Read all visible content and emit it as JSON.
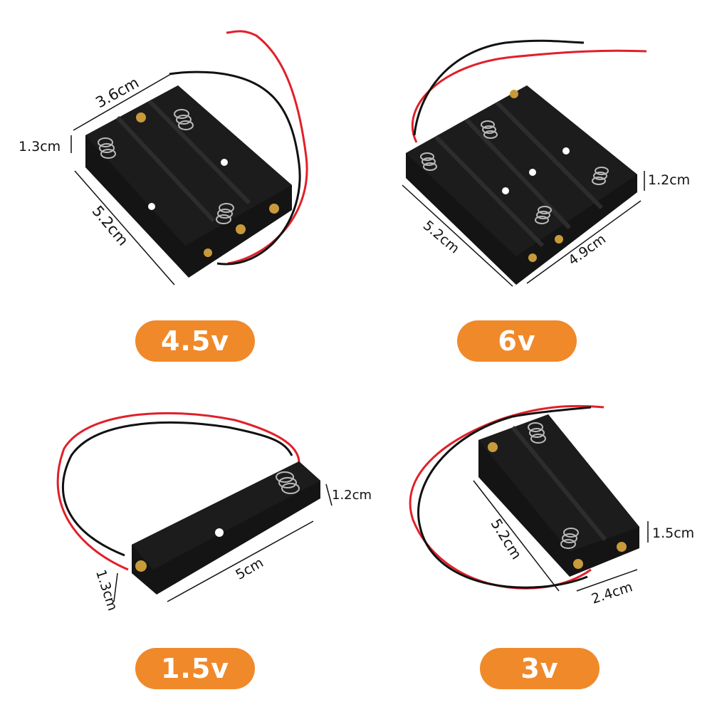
{
  "holders": [
    {
      "voltage": "4.5v",
      "dimensions": {
        "width": "3.6cm",
        "height": "1.3cm",
        "length": "5.2cm"
      }
    },
    {
      "voltage": "6v",
      "dimensions": {
        "height": "1.2cm",
        "length": "5.2cm",
        "width": "4.9cm"
      }
    },
    {
      "voltage": "1.5v",
      "dimensions": {
        "height": "1.2cm",
        "length": "5cm",
        "width": "1.3cm"
      }
    },
    {
      "voltage": "3v",
      "dimensions": {
        "length": "5.2cm",
        "height": "1.5cm",
        "width": "2.4cm"
      }
    }
  ],
  "colors": {
    "badge": "#f0892a",
    "holder_body": "#111111",
    "wire_red": "#e0202a",
    "wire_black": "#111111",
    "spring": "#b9b9b9",
    "contact": "#c99a3a"
  }
}
